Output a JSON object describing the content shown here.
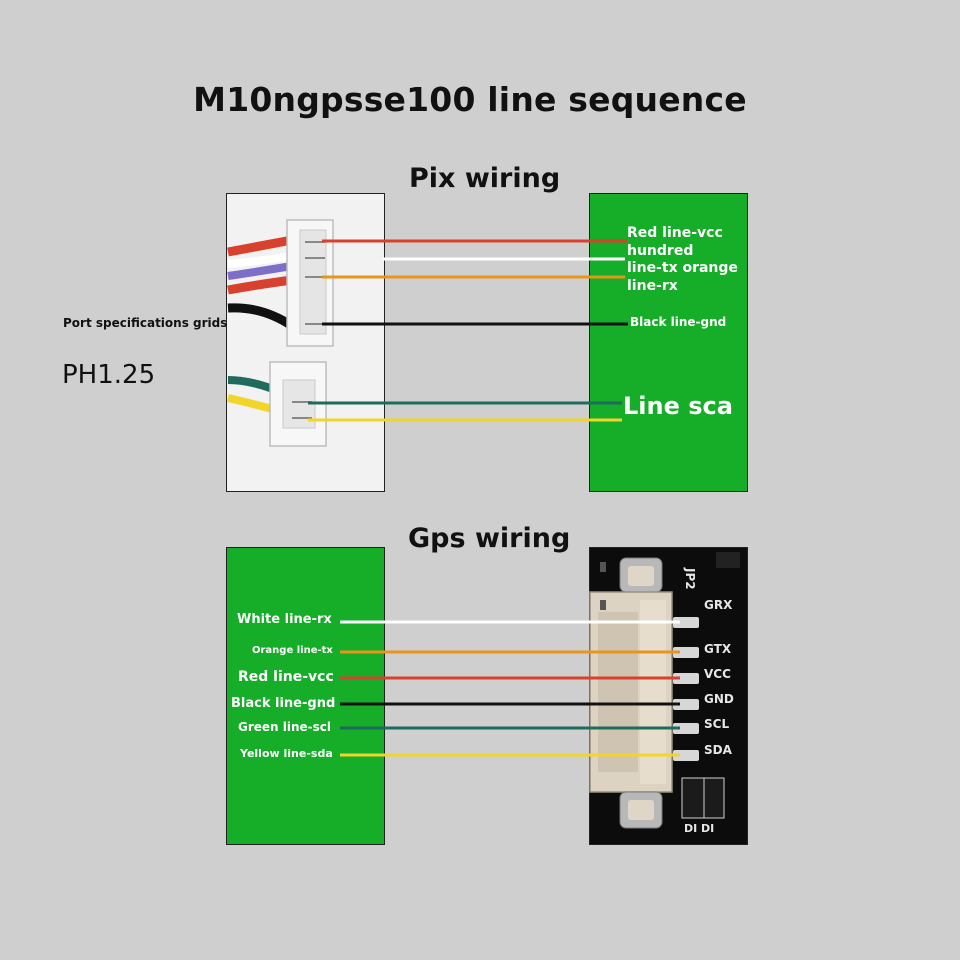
{
  "title": "M10ngpsse100 line sequence",
  "pix_section": {
    "heading": "Pix wiring",
    "port_spec_label": "Port specifications grids:",
    "port_spec_value": "PH1.25",
    "labels": {
      "red_vcc": "Red line-vcc",
      "hundred": "hundred",
      "tx_orange": "line-tx orange",
      "rx": "line-rx",
      "black_gnd": "Black line-gnd",
      "line_sca": "Line sca"
    }
  },
  "gps_section": {
    "heading": "Gps wiring",
    "labels": {
      "white_rx": "White line-rx",
      "orange_tx": "Orange line-tx",
      "red_vcc": "Red line-vcc",
      "black_gnd": "Black line-gnd",
      "green_scl": "Green line-scl",
      "yellow_sda": "Yellow line-sda"
    },
    "board": {
      "jumper": "JP2",
      "pins": [
        "GRX",
        "GTX",
        "VCC",
        "GND",
        "SCL",
        "SDA"
      ],
      "bottom": "DI DI"
    }
  },
  "colors": {
    "background": "#cfcfcf",
    "panel_green": "#16ad28",
    "red_wire": "#d8412d",
    "white_wire": "#ffffff",
    "orange_wire": "#e8951c",
    "black_wire": "#111111",
    "teal_wire": "#1f6b5c",
    "yellow_wire": "#f1d52a",
    "board_black": "#0c0c0c"
  }
}
